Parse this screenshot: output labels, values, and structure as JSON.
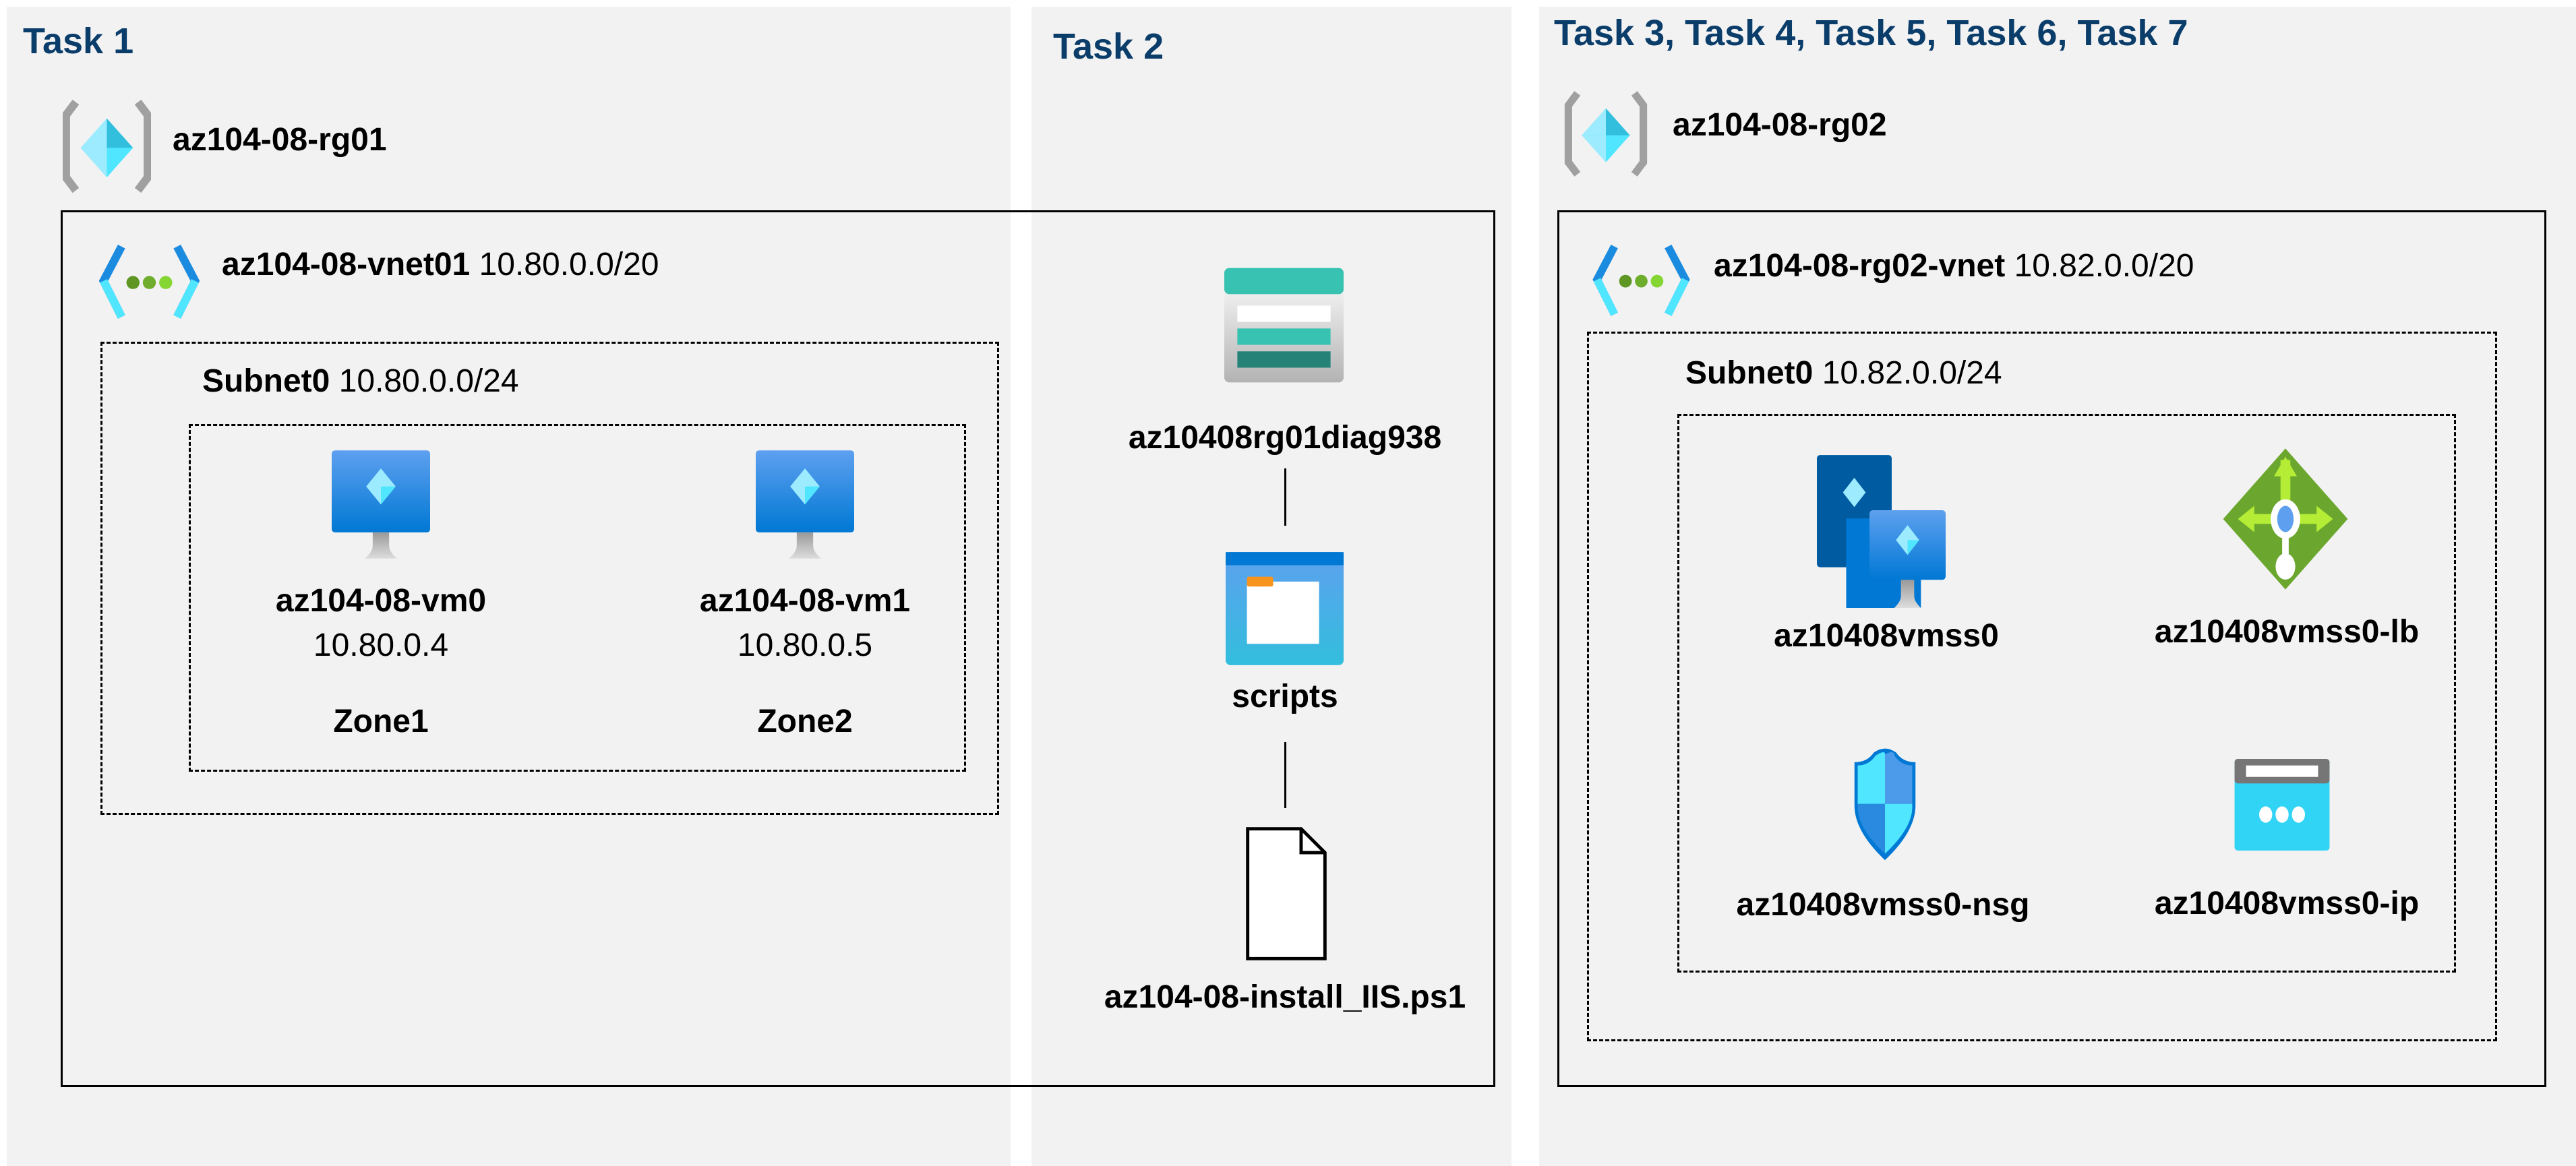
{
  "panels": [
    {
      "title": "Task 1"
    },
    {
      "title": "Task 2"
    },
    {
      "title": "Task 3, Task 4, Task 5, Task 6, Task 7"
    }
  ],
  "rg01": {
    "name": "az104-08-rg01",
    "vnet": {
      "name": "az104-08-vnet01",
      "cidr": "10.80.0.0/20"
    },
    "subnet": {
      "name": "Subnet0",
      "cidr": "10.80.0.0/24"
    },
    "vms": [
      {
        "name": "az104-08-vm0",
        "ip": "10.80.0.4",
        "zone": "Zone1"
      },
      {
        "name": "az104-08-vm1",
        "ip": "10.80.0.5",
        "zone": "Zone2"
      }
    ]
  },
  "task2": {
    "storage": "az10408rg01diag938",
    "container": "scripts",
    "file": "az104-08-install_IIS.ps1"
  },
  "rg02": {
    "name": "az104-08-rg02",
    "vnet": {
      "name": "az104-08-rg02-vnet",
      "cidr": "10.82.0.0/20"
    },
    "subnet": {
      "name": "Subnet0",
      "cidr": "10.82.0.0/24"
    },
    "resources": {
      "vmss": "az10408vmss0",
      "lb": "az10408vmss0-lb",
      "nsg": "az10408vmss0-nsg",
      "ip": "az10408vmss0-ip"
    }
  },
  "colors": {
    "task_title": "#0b3d6b",
    "panel_bg": "#f2f2f2"
  }
}
